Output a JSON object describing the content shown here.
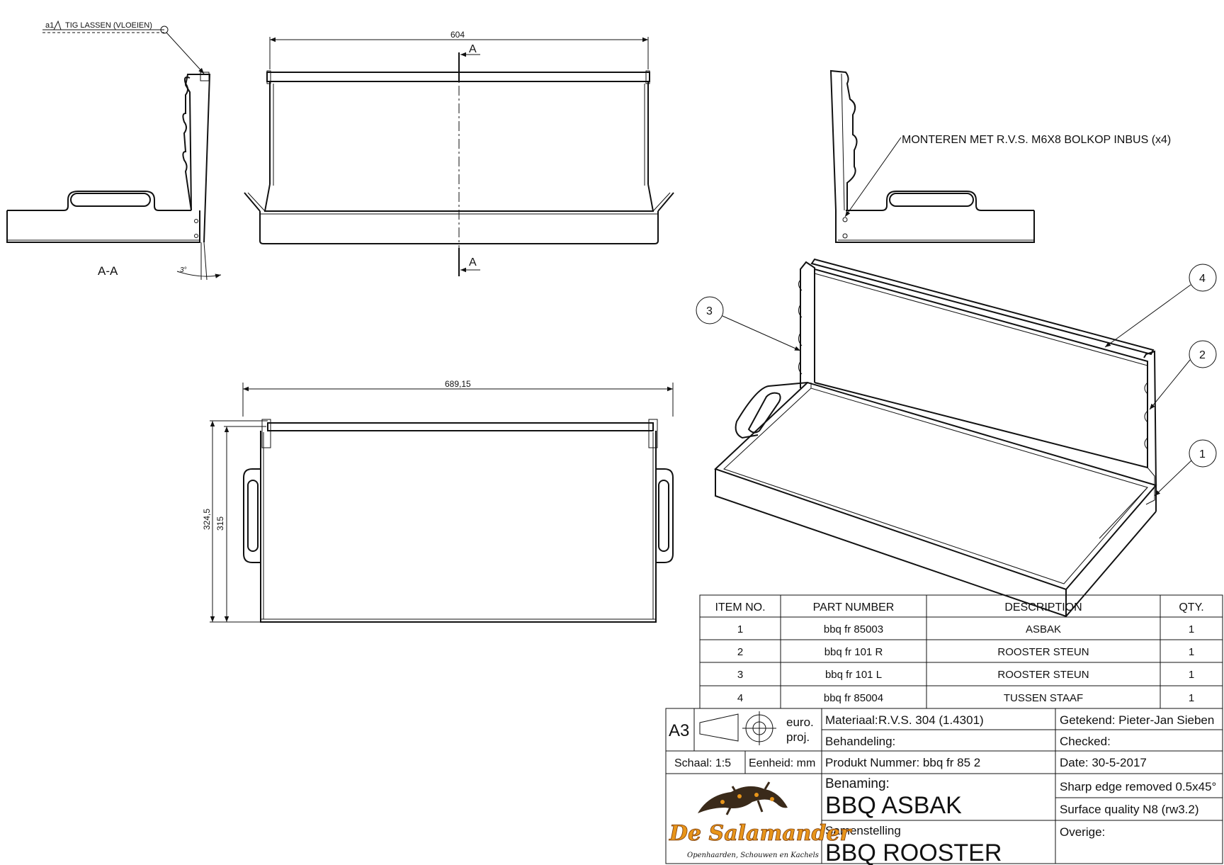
{
  "annotations": {
    "weld_symbol": "a1",
    "weld_note": "TIG LASSEN (VLOEIEN)",
    "section_label": "A-A",
    "section_mark_top": "A",
    "section_mark_bottom": "A",
    "angle": "3°",
    "dim_width_front": "604",
    "dim_width_top": "689,15",
    "dim_depth_outer": "324,5",
    "dim_depth_inner": "315",
    "mount_note": "MONTEREN MET R.V.S. M6X8  BOLKOP INBUS (x4)"
  },
  "balloons": [
    "1",
    "2",
    "3",
    "4"
  ],
  "bom": {
    "headers": [
      "ITEM NO.",
      "PART NUMBER",
      "DESCRIPTION",
      "QTY."
    ],
    "rows": [
      [
        "1",
        "bbq fr 85003",
        "ASBAK",
        "1"
      ],
      [
        "2",
        "bbq fr 101 R",
        "ROOSTER STEUN",
        "1"
      ],
      [
        "3",
        "bbq fr 101 L",
        "ROOSTER STEUN",
        "1"
      ],
      [
        "4",
        "bbq fr 85004",
        "TUSSEN STAAF",
        "1"
      ]
    ]
  },
  "title_block": {
    "sheet_size": "A3",
    "projection_1": "euro.",
    "projection_2": "proj.",
    "schaal": "Schaal: 1:5",
    "eenheid": "Eenheid: mm",
    "materiaal_label": "Materiaal:",
    "materiaal_value": "R.V.S. 304 (1.4301)",
    "behandeling": "Behandeling:",
    "produkt_nummer": "Produkt Nummer: bbq fr 85 2",
    "getekend": "Getekend: Pieter-Jan Sieben",
    "checked": "Checked:",
    "date": "Date: 30-5-2017",
    "benaming_label": "Benaming:",
    "benaming_value": "BBQ ASBAK",
    "samenstelling_label": "Samenstelling",
    "samenstelling_value": "BBQ ROOSTER",
    "edge_note": "Sharp edge removed 0.5x45°",
    "surface_note": "Surface quality N8 (rw3.2)",
    "overige": "Overige:",
    "logo_name": "De Salamander",
    "logo_tagline": "Openhaarden, Schouwen en Kachels"
  },
  "colors": {
    "logo_orange": "#e8951a",
    "logo_dark": "#3a2a1a",
    "line": "#111111"
  }
}
